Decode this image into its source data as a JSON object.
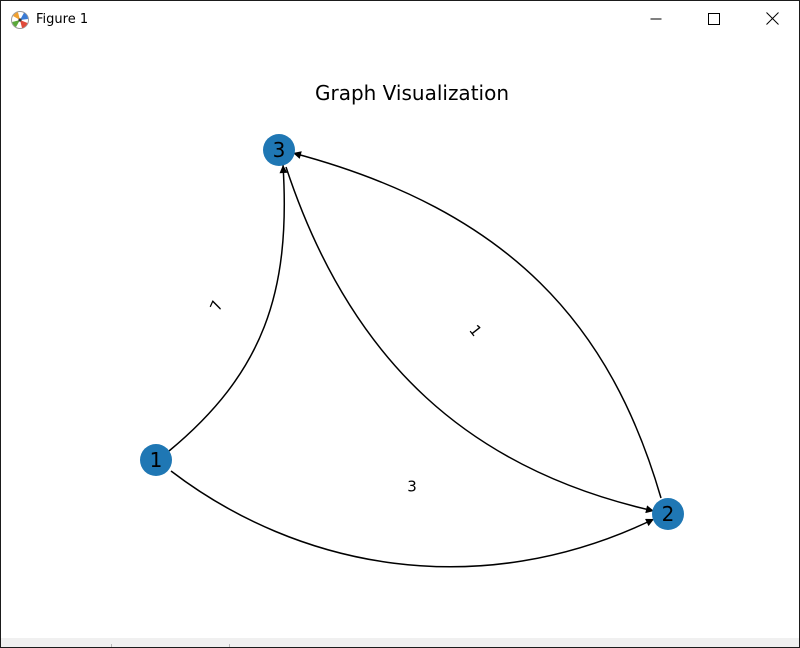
{
  "window": {
    "title": "Figure 1"
  },
  "figure": {
    "title": "Graph Visualization"
  },
  "colors": {
    "node_fill": "#1f77b4",
    "edge": "#000000"
  },
  "icons": {
    "app": "matplotlib-figure-icon",
    "minimize": "minimize-icon",
    "maximize": "maximize-icon",
    "close": "close-icon"
  },
  "graph": {
    "directed": true,
    "nodes": [
      {
        "id": "1",
        "label": "1"
      },
      {
        "id": "2",
        "label": "2"
      },
      {
        "id": "3",
        "label": "3"
      }
    ],
    "edges": [
      {
        "source": "1",
        "target": "3",
        "weight": "7"
      },
      {
        "source": "1",
        "target": "2",
        "weight": "3"
      },
      {
        "source": "3",
        "target": "2",
        "weight": "1"
      },
      {
        "source": "2",
        "target": "3",
        "weight": ""
      }
    ]
  }
}
